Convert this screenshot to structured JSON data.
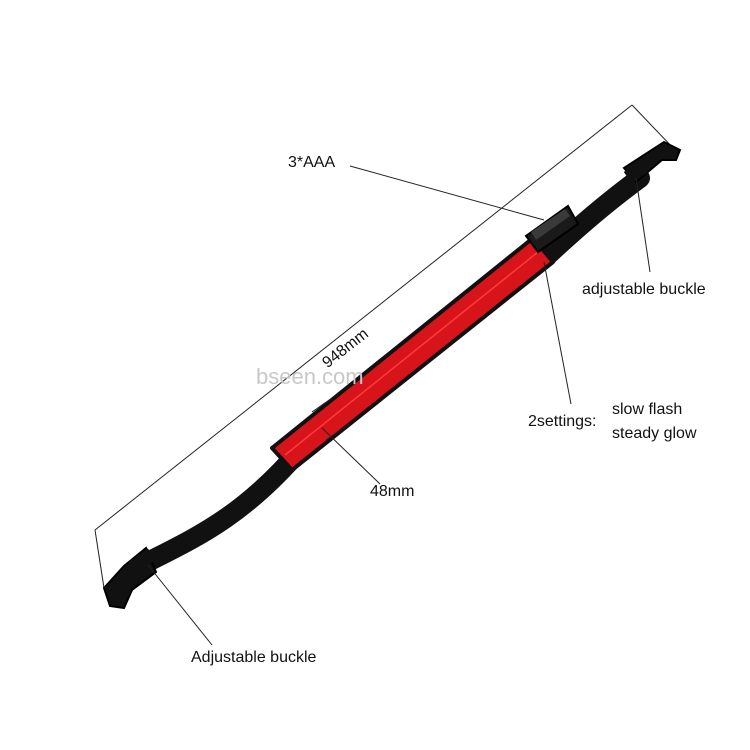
{
  "labels": {
    "battery": "3*AAA",
    "length": "948mm",
    "width": "48mm",
    "buckle_right": "adjustable buckle",
    "buckle_left": "Adjustable buckle",
    "settings_prefix": "2settings:",
    "setting_1": "slow flash",
    "setting_2": "steady glow"
  },
  "watermark": "bseen.com",
  "colors": {
    "strap": "#111111",
    "reflective_band": "#d8141b",
    "band_highlight": "#ff3a3a",
    "line": "#222222",
    "watermark": "#c8c8c8"
  }
}
